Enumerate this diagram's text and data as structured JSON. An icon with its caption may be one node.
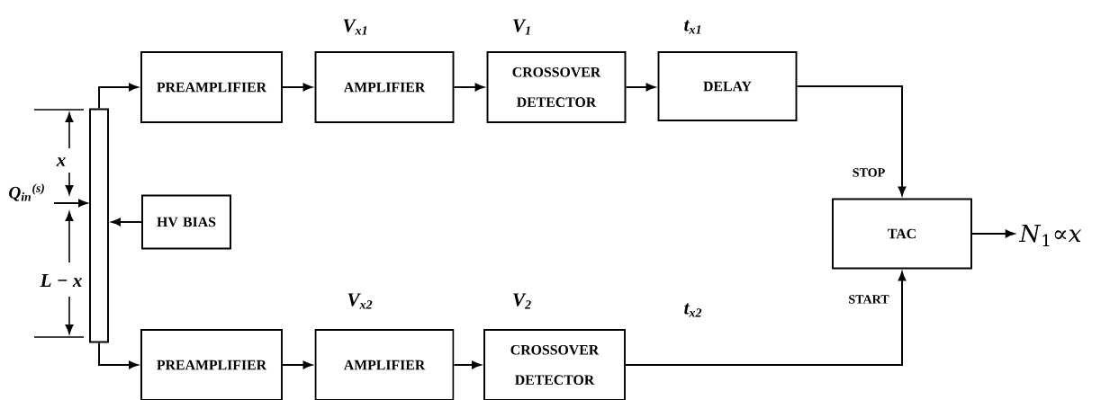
{
  "diagram": {
    "nodes": [
      {
        "text": [],
        "shape": "bar"
      },
      {
        "text": [
          "PREAMPLIFIER"
        ]
      },
      {
        "text": [
          "AMPLIFIER"
        ]
      },
      {
        "text": [
          "CROSSOVER DETECTOR"
        ]
      },
      {
        "text": [
          "DELAY"
        ]
      },
      {
        "text": [
          "HV BIAS"
        ]
      },
      {
        "text": [
          "TAC"
        ]
      },
      {
        "text": [
          "PREAMPLIFIER"
        ]
      },
      {
        "text": [
          "AMPLIFIER"
        ]
      },
      {
        "text": [
          "CROSSOVER DETECTOR"
        ]
      },
      {
        "text": [
          "*N*$_{1}$∝*x*"
        ]
      },
      {
        "text": [
          "*Q*$_{in}$$^{(s)}$"
        ]
      }
    ],
    "edges": [
      {
        "from": 0,
        "to": 1,
        "arrow": "to"
      },
      {
        "from": 1,
        "to": 2,
        "arrow": "to"
      },
      {
        "from": 2,
        "to": 3,
        "arrow": "to"
      },
      {
        "from": 3,
        "to": 4,
        "arrow": "to"
      },
      {
        "from": 4,
        "to": 6,
        "arrow": "to",
        "label": "STOP"
      },
      {
        "from": 5,
        "to": 0,
        "arrow": "to"
      },
      {
        "from": 0,
        "to": 7,
        "arrow": "to"
      },
      {
        "from": 7,
        "to": 8,
        "arrow": "to"
      },
      {
        "from": 8,
        "to": 9,
        "arrow": "to"
      },
      {
        "from": 9,
        "to": 6,
        "arrow": "to",
        "label": "START"
      },
      {
        "from": 6,
        "to": 10,
        "arrow": "to"
      },
      {
        "from": 11,
        "to": 0,
        "arrow": "to"
      }
    ],
    "labels": [
      "*V*$_{x1}$",
      "*V*$_{1}$",
      "*t*$_{x1}$",
      "*x*",
      "*L* − *x*",
      "*V*$_{x2}$",
      "*V*$_{2}$",
      "*t*$_{x2}$"
    ]
  }
}
